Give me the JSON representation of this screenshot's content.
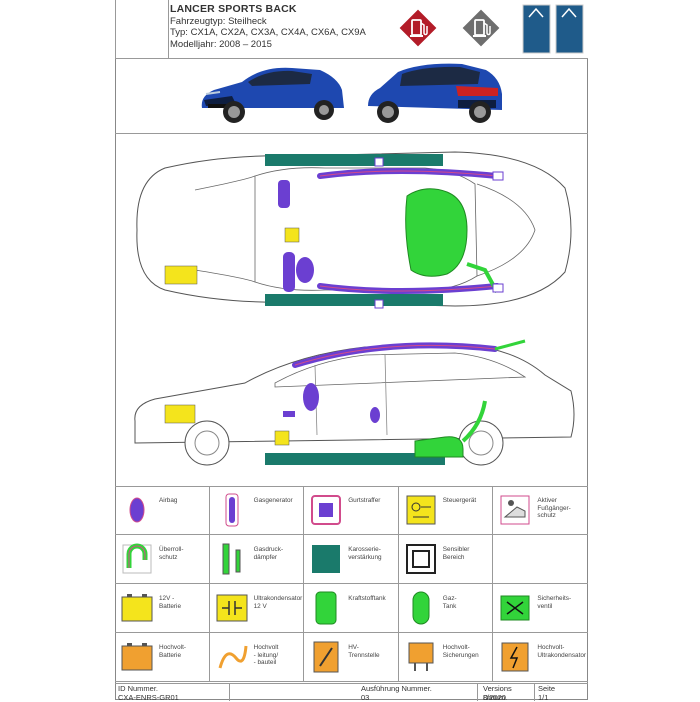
{
  "header": {
    "title": "LANCER SPORTS BACK",
    "vehicle_type": "Fahrzeugtyp: Steilheck",
    "types": "Typ: CX1A, CX2A, CX3A, CX4A, CX6A, CX9A",
    "model_years": "Modelljahr: 2008 – 2015"
  },
  "colors": {
    "airbag": "#6b3fd1",
    "reinforcement": "#1a7a6b",
    "fuel": "#32d43a",
    "yellow": "#f4e41c",
    "orange": "#f0a030",
    "red_diamond": "#b31c28",
    "grey_diamond": "#6e6e6e",
    "blue_box": "#1f5b8a"
  },
  "legend": [
    {
      "icon": "airbag-icon",
      "lines": [
        "Airbag"
      ]
    },
    {
      "icon": "gas-generator-icon",
      "lines": [
        "Gasgenerator"
      ]
    },
    {
      "icon": "belt-tensioner-icon",
      "lines": [
        "Gurtstraffer"
      ]
    },
    {
      "icon": "control-unit-icon",
      "lines": [
        "Steuergerät"
      ]
    },
    {
      "icon": "pedestrian-protection-icon",
      "lines": [
        "Aktiver",
        "Fußgänger-",
        "schutz"
      ]
    },
    {
      "icon": "rollover-protection-icon",
      "lines": [
        "Überroll-",
        "schutz"
      ]
    },
    {
      "icon": "gas-strut-icon",
      "lines": [
        "Gasdruck-",
        "dämpfer"
      ]
    },
    {
      "icon": "body-reinforcement-icon",
      "lines": [
        "Karosserie-",
        "verstärkung"
      ]
    },
    {
      "icon": "sensitive-area-icon",
      "lines": [
        "Sensibler",
        "Bereich"
      ]
    },
    {
      "icon": "empty-icon",
      "lines": []
    },
    {
      "icon": "battery-12v-icon",
      "lines": [
        "12V -",
        "Batterie"
      ]
    },
    {
      "icon": "ultracapacitor-icon",
      "lines": [
        "Ultrakondensator",
        "12 V"
      ]
    },
    {
      "icon": "fuel-tank-icon",
      "lines": [
        "Kraftstofftank"
      ]
    },
    {
      "icon": "gas-tank-icon",
      "lines": [
        "Gaz-",
        "Tank"
      ]
    },
    {
      "icon": "safety-valve-icon",
      "lines": [
        "Sicherheits-",
        "ventil"
      ]
    },
    {
      "icon": "hv-battery-icon",
      "lines": [
        "Hochvolt-",
        "Batterie"
      ]
    },
    {
      "icon": "hv-cable-icon",
      "lines": [
        "Hochvolt",
        "- leitung/",
        "- bauteil"
      ]
    },
    {
      "icon": "hv-disconnect-icon",
      "lines": [
        "HV-",
        "Trennstelle"
      ]
    },
    {
      "icon": "hv-fuse-icon",
      "lines": [
        "Hochvolt-",
        "Sicherungen"
      ]
    },
    {
      "icon": "hv-ultracap-icon",
      "lines": [
        "Hochvolt-",
        "Ultrakondensator"
      ]
    }
  ],
  "footer": {
    "id_label": "ID Nummer.",
    "id_value": "CXA-ENRS-GR01",
    "exec_label": "Ausführung Nummer.",
    "exec_value": "03",
    "version_label": "Versions Datum.",
    "version_value": "8/2020",
    "page_label": "Seite",
    "page_value": "1/1"
  }
}
